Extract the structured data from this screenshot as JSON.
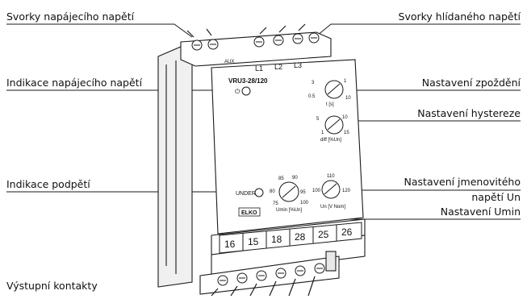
{
  "labels": {
    "supply_terminals": "Svorky napájecího napětí",
    "monitored_terminals": "Svorky hlídaného napětí",
    "supply_indication": "Indikace napájecího napětí",
    "delay_setting": "Nastavení zpoždění",
    "hysteresis_setting": "Nastavení hystereze",
    "undervoltage_indication": "Indikace podpětí",
    "nominal_line1": "Nastavení jmenovitého",
    "nominal_line2": "napětí Un",
    "umin_setting": "Nastavení Umin",
    "output_contacts": "Výstupní kontakty"
  },
  "device": {
    "model": "VRU3-28/120",
    "aux": "AUX",
    "top_terminals": [
      "L1",
      "L2",
      "L3"
    ],
    "bottom_terminals": [
      "16",
      "15",
      "18",
      "28",
      "25",
      "26"
    ],
    "under_label": "UNDER",
    "brand": "ELKO",
    "delay_dial": {
      "label": "t [s]",
      "ticks": [
        "3",
        "1",
        "0.5",
        "10"
      ]
    },
    "hysteresis_dial": {
      "label": "diff [%Un]",
      "ticks": [
        "5",
        "10",
        "1",
        "15"
      ]
    },
    "umin_dial": {
      "label": "Umin [%Un]",
      "ticks": [
        "85",
        "90",
        "80",
        "95",
        "75",
        "100"
      ]
    },
    "un_dial": {
      "label": "Un [V Nom]",
      "ticks": [
        "110",
        "100",
        "120"
      ]
    }
  },
  "colors": {
    "line": "#1a1a1a",
    "housing": "#ffffff",
    "shade": "#d9d9d9"
  }
}
